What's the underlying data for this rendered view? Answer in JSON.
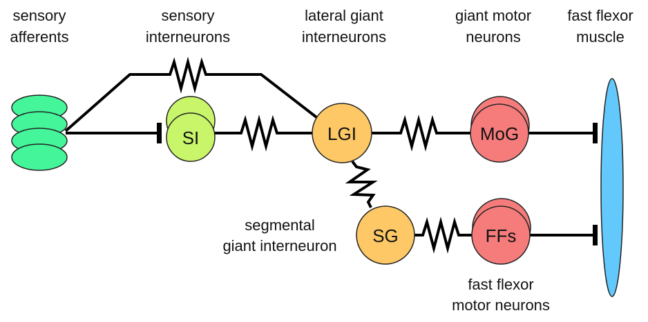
{
  "title": "Crayfish escape circuit",
  "colors": {
    "afferent": "#44f59a",
    "sensory_interneuron": "#c8f56a",
    "giant_interneuron": "#fdc865",
    "motor_neuron": "#f67c7c",
    "muscle": "#63c8fb",
    "wire": "#000000"
  },
  "column_labels": [
    {
      "line1": "sensory",
      "line2": "afferents"
    },
    {
      "line1": "sensory",
      "line2": "interneurons"
    },
    {
      "line1": "lateral giant",
      "line2": "interneurons"
    },
    {
      "line1": "giant motor",
      "line2": "neurons"
    },
    {
      "line1": "fast flexor",
      "line2": "muscle"
    }
  ],
  "nodes": {
    "si": "SI",
    "lgi": "LGI",
    "mog": "MoG",
    "sg": "SG",
    "ffs": "FFs"
  },
  "side_labels": {
    "sg": {
      "line1": "segmental",
      "line2": "giant interneuron"
    },
    "ffs": {
      "line1": "fast flexor",
      "line2": "motor neurons"
    }
  },
  "connections": [
    {
      "from": "sensory afferents",
      "to": "LGI",
      "type": "electrical"
    },
    {
      "from": "sensory afferents",
      "to": "SI",
      "type": "chemical"
    },
    {
      "from": "SI",
      "to": "LGI",
      "type": "electrical"
    },
    {
      "from": "LGI",
      "to": "MoG",
      "type": "electrical"
    },
    {
      "from": "LGI",
      "to": "SG",
      "type": "electrical"
    },
    {
      "from": "SG",
      "to": "FFs",
      "type": "electrical"
    },
    {
      "from": "MoG",
      "to": "fast flexor muscle",
      "type": "chemical"
    },
    {
      "from": "FFs",
      "to": "fast flexor muscle",
      "type": "chemical"
    }
  ]
}
